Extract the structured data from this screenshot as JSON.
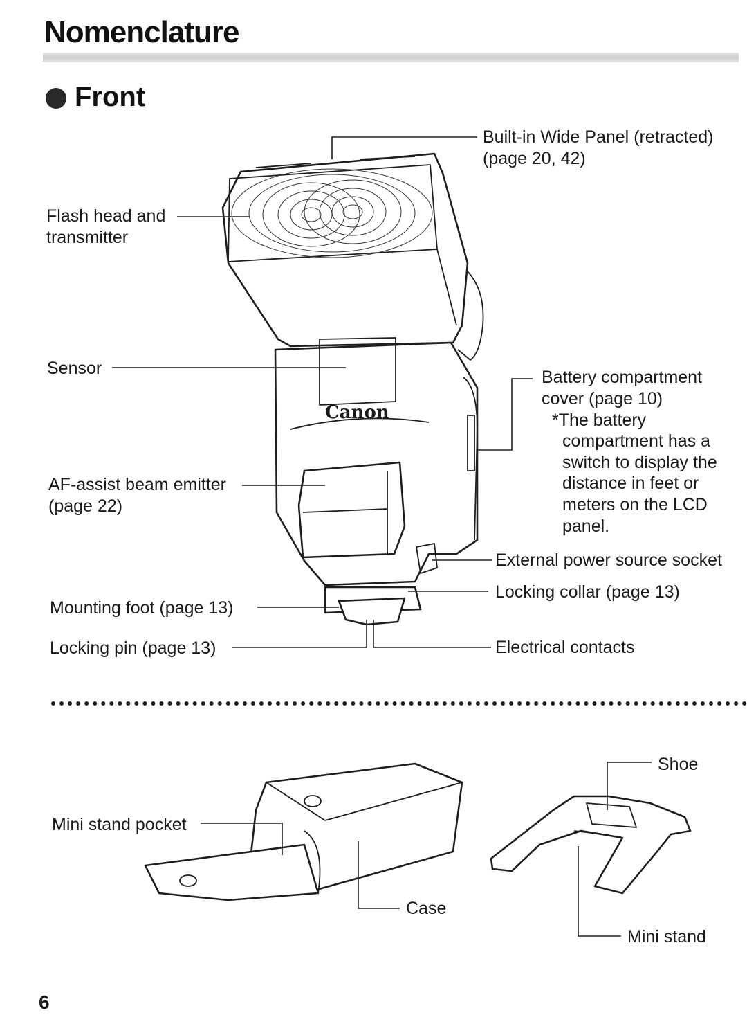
{
  "title": "Nomenclature",
  "section": "Front",
  "labels": {
    "flash_head": "Flash head and",
    "flash_head_2": "transmitter",
    "wide_panel": "Built-in Wide Panel (retracted)",
    "wide_panel_2": "(page 20, 42)",
    "sensor": "Sensor",
    "battery": "Battery compartment",
    "battery_2": "cover (page 10)",
    "battery_note": "*The battery",
    "battery_note_2": "compartment has a",
    "battery_note_3": "switch to display the",
    "battery_note_4": "distance in feet or",
    "battery_note_5": "meters on the LCD",
    "battery_note_6": "panel.",
    "af_assist": "AF-assist beam emitter",
    "af_assist_2": "(page 22)",
    "ext_power": "External power source socket",
    "locking_collar": "Locking collar (page 13)",
    "mounting_foot": "Mounting foot (page 13)",
    "locking_pin": "Locking pin (page 13)",
    "electrical": "Electrical contacts",
    "mini_stand_pocket": "Mini stand pocket",
    "case": "Case",
    "shoe": "Shoe",
    "mini_stand": "Mini stand",
    "brand_logo": "Canon"
  },
  "page_number": "6",
  "icons": {
    "section_bullet": "filled-circle-icon"
  }
}
